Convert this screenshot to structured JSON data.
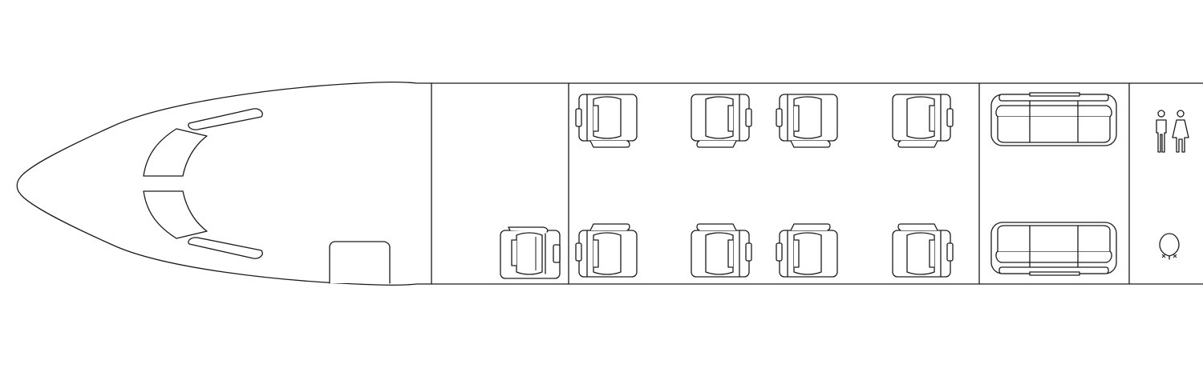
{
  "floorplan": {
    "stroke_color": "#1a1a1a",
    "background": "#ffffff",
    "zones": [
      "cockpit",
      "entry",
      "forward-cabin",
      "aft-lounge",
      "lavatory"
    ],
    "seats_forward_club": 8,
    "seats_single_facing_aft": 1,
    "divans": 2,
    "lavatory_icons": [
      "restroom-man-woman-icon",
      "toilet-icon"
    ]
  }
}
